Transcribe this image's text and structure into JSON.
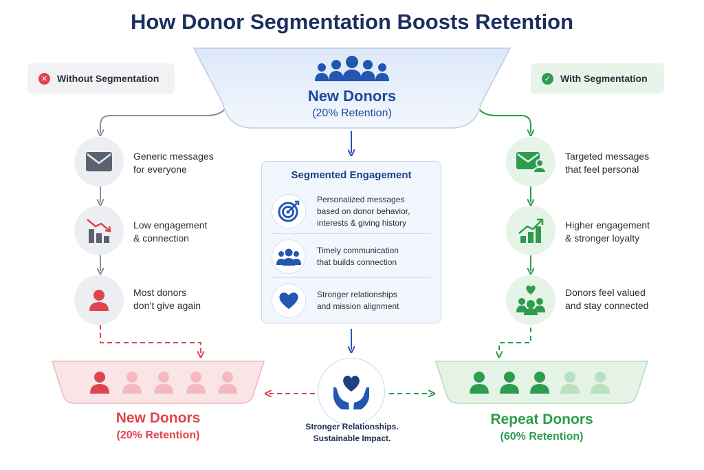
{
  "title": "How Donor Segmentation Boosts Retention",
  "badges": {
    "without": {
      "label": "Without Segmentation",
      "icon": "x-mark-icon",
      "color": "#e0444e"
    },
    "with": {
      "label": "With Segmentation",
      "icon": "check-mark-icon",
      "color": "#2e9c4f"
    }
  },
  "top_funnel": {
    "title": "New Donors",
    "subtitle": "(20% Retention)",
    "icon": "donor-group-icon"
  },
  "without_steps": [
    {
      "icon": "envelope-icon",
      "line1": "Generic messages",
      "line2": "for everyone"
    },
    {
      "icon": "declining-chart-icon",
      "line1": "Low engagement",
      "line2": "& connection"
    },
    {
      "icon": "person-icon",
      "line1": "Most donors",
      "line2": "don’t give again"
    }
  ],
  "with_steps": [
    {
      "icon": "personal-envelope-icon",
      "line1": "Targeted messages",
      "line2": "that feel personal"
    },
    {
      "icon": "rising-chart-icon",
      "line1": "Higher engagement",
      "line2": "& stronger loyalty"
    },
    {
      "icon": "group-with-heart-icon",
      "line1": "Donors feel valued",
      "line2": "and stay connected"
    }
  ],
  "center_panel": {
    "title": "Segmented Engagement",
    "rows": [
      {
        "icon": "target-icon",
        "lines": [
          "Personalized messages",
          "based on donor behavior,",
          "interests & giving history"
        ]
      },
      {
        "icon": "group-icon",
        "lines": [
          "Timely communication",
          "that builds connection"
        ]
      },
      {
        "icon": "heart-icon",
        "lines": [
          "Stronger relationships",
          "and mission alignment"
        ]
      }
    ]
  },
  "bottom_left": {
    "title": "New Donors",
    "subtitle": "(20% Retention)",
    "donors_total": 5,
    "donors_retained": 1
  },
  "bottom_right": {
    "title": "Repeat Donors",
    "subtitle": "(60% Retention)",
    "donors_total": 5,
    "donors_retained": 3
  },
  "center_caption": {
    "line1": "Stronger Relationships.",
    "line2": "Sustainable Impact.",
    "icon": "hands-holding-heart-icon"
  },
  "colors": {
    "navy": "#1b2f5e",
    "blue": "#2457b0",
    "red": "#e0444e",
    "green": "#2e9c4f",
    "gray": "#8a8f98"
  }
}
